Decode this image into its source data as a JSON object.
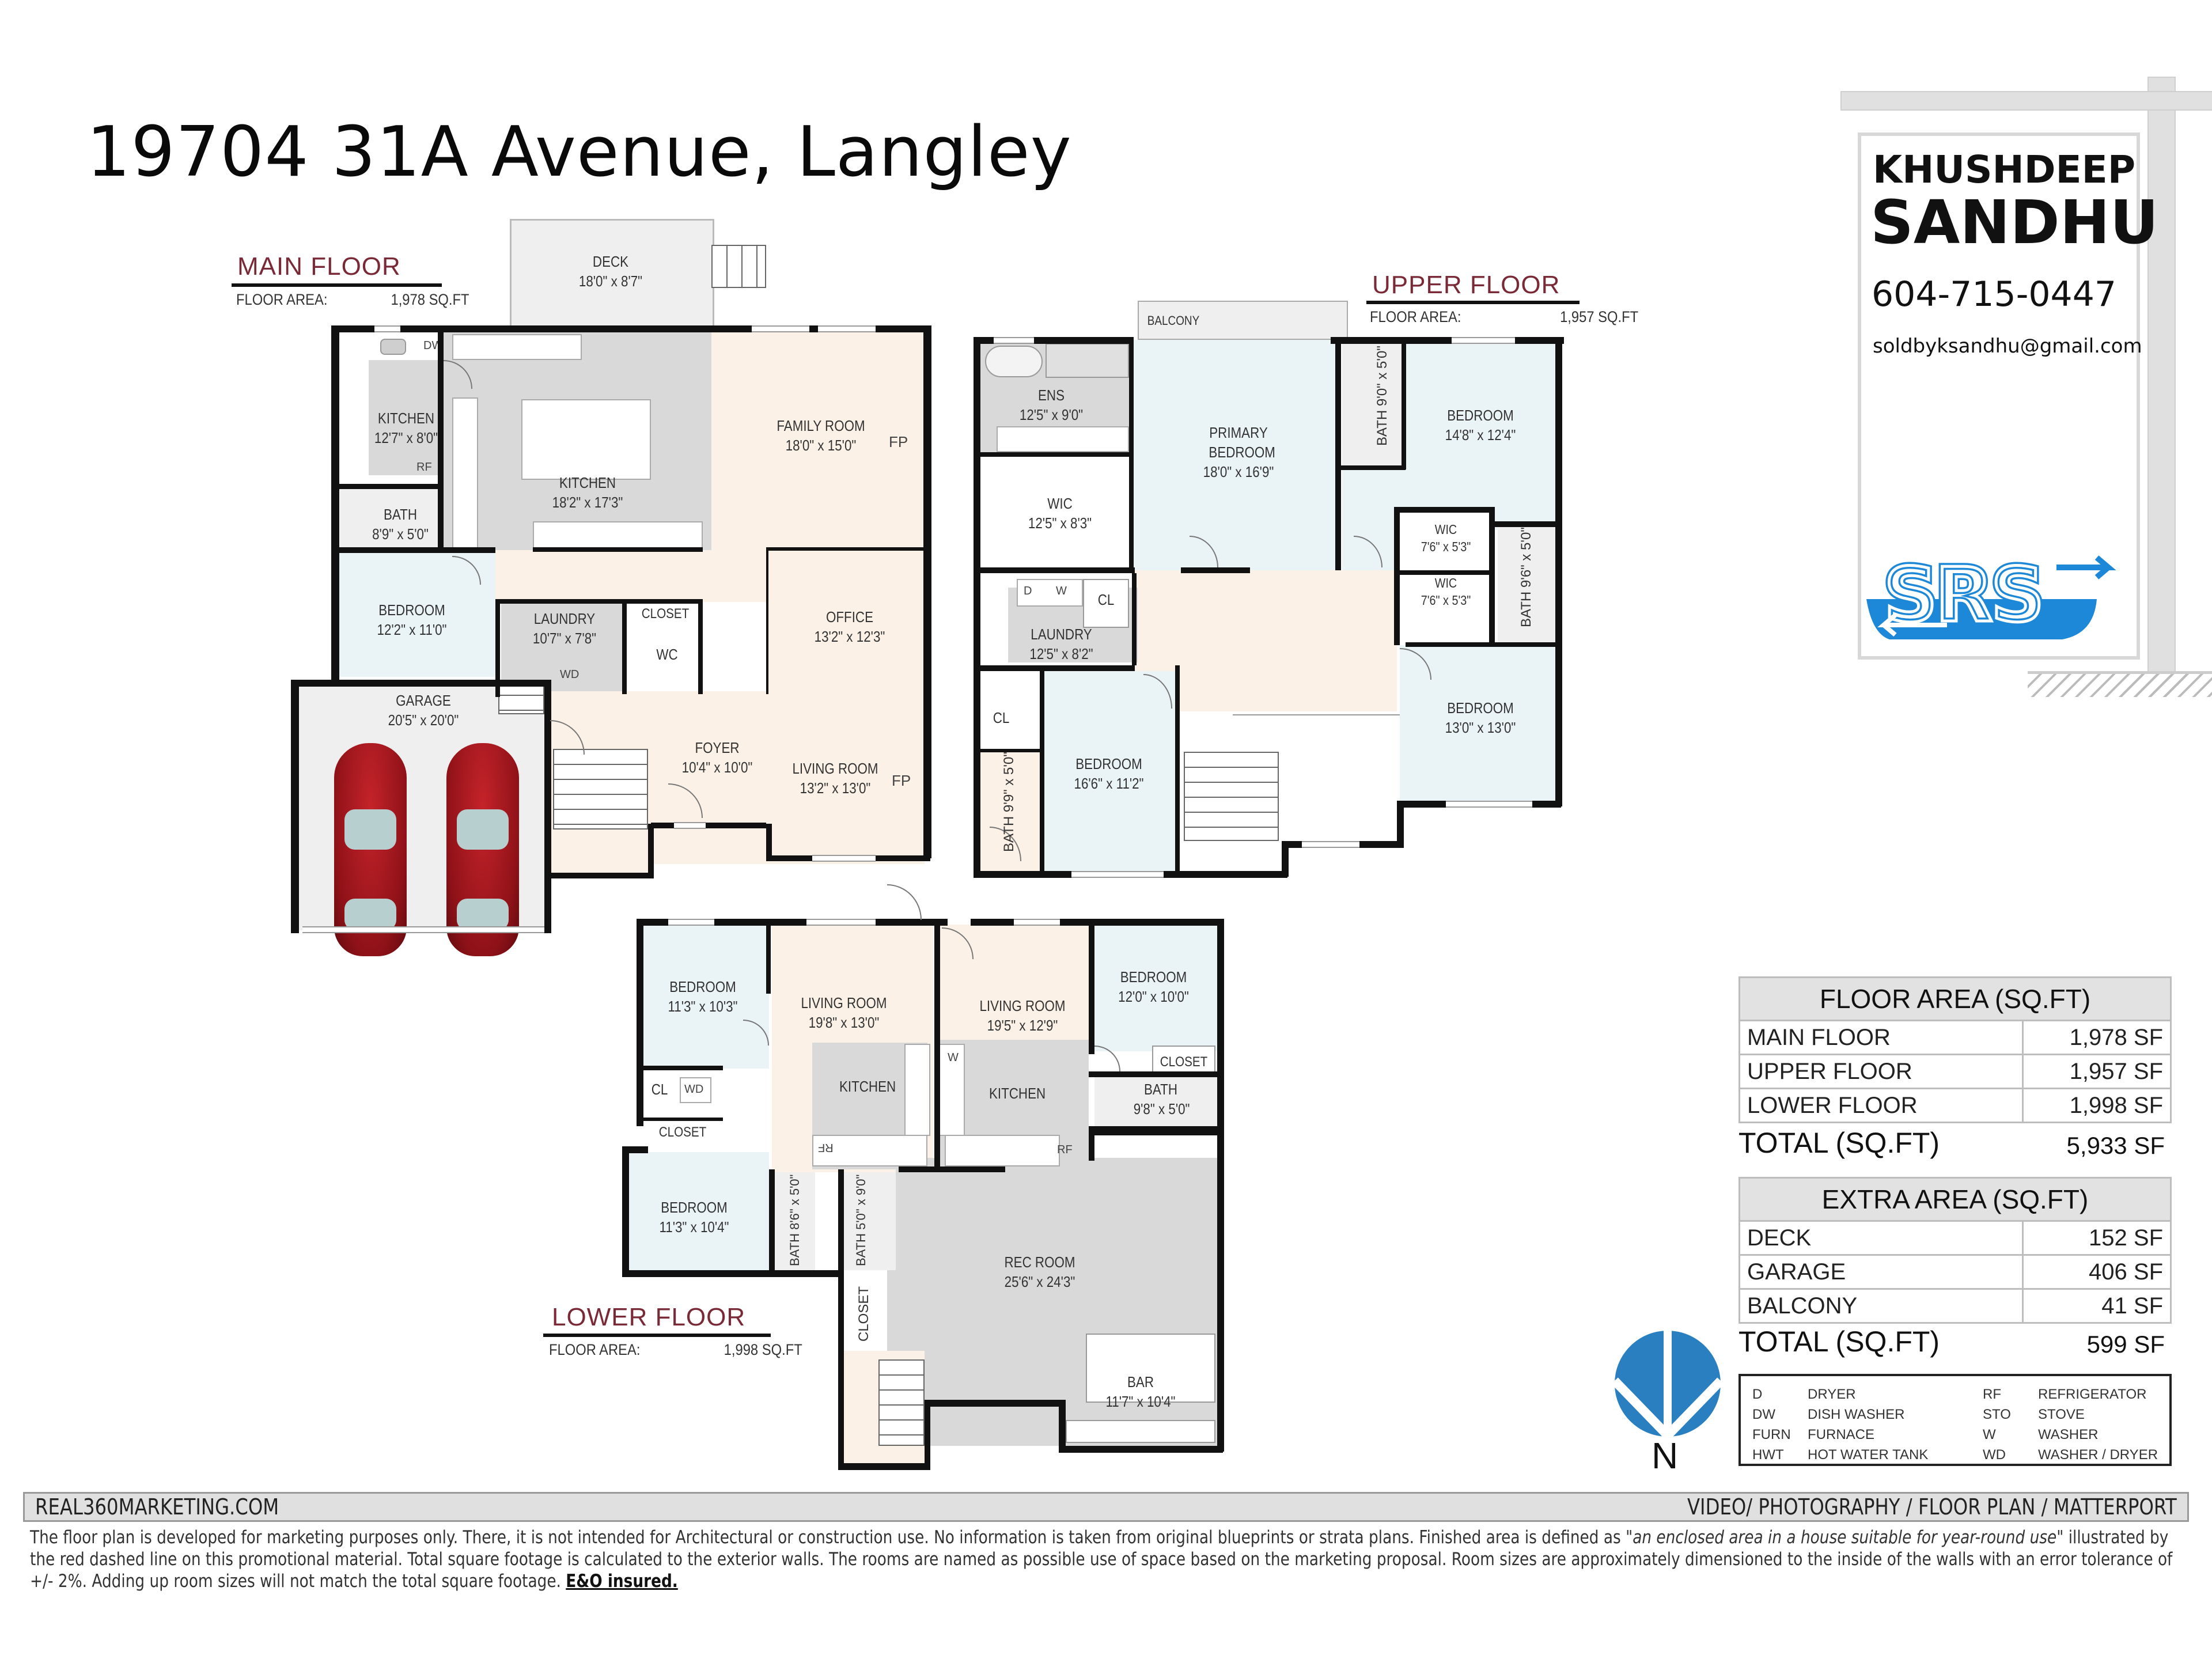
{
  "header": {
    "title": "19704 31A Avenue, Langley"
  },
  "agent": {
    "first_name": "KHUSHDEEP",
    "last_name": "SANDHU",
    "phone": "604-715-0447",
    "email": "soldbyksandhu@gmail.com",
    "brokerage_logo": "SRS",
    "logo_color": "#1e88d8"
  },
  "colors": {
    "heading": "#7a2a36",
    "wall": "#111111",
    "bedroom_fill": "#eaf4f7",
    "living_fill": "#fbf1e6",
    "service_fill": "#d9d9d9",
    "compass": "#2a7fc0"
  },
  "floors": {
    "main": {
      "heading": "MAIN FLOOR",
      "area_label": "FLOOR AREA:",
      "area_value": "1,978",
      "area_unit": "SQ.FT",
      "rooms": [
        {
          "name": "DECK",
          "dims": "18'0\" x 8'7\""
        },
        {
          "name": "KITCHEN",
          "dims": "12'7\" x 8'0\""
        },
        {
          "name": "KITCHEN",
          "dims": "18'2\" x 17'3\""
        },
        {
          "name": "FAMILY ROOM",
          "dims": "18'0\" x 15'0\""
        },
        {
          "name": "BATH",
          "dims": "8'9\" x 5'0\""
        },
        {
          "name": "BEDROOM",
          "dims": "12'2\" x 11'0\""
        },
        {
          "name": "LAUNDRY",
          "dims": "10'7\" x 7'8\""
        },
        {
          "name": "CLOSET",
          "dims": ""
        },
        {
          "name": "WC",
          "dims": ""
        },
        {
          "name": "OFFICE",
          "dims": "13'2\" x 12'3\""
        },
        {
          "name": "GARAGE",
          "dims": "20'5\" x 20'0\""
        },
        {
          "name": "FOYER",
          "dims": "10'4\" x 10'0\""
        },
        {
          "name": "LIVING ROOM",
          "dims": "13'2\" x 13'0\""
        }
      ],
      "tags": {
        "dw": "DW",
        "rf": "RF",
        "wd": "WD",
        "fp1": "FP",
        "fp2": "FP"
      }
    },
    "upper": {
      "heading": "UPPER FLOOR",
      "area_label": "FLOOR AREA:",
      "area_value": "1,957",
      "area_unit": "SQ.FT",
      "rooms": [
        {
          "name": "BALCONY",
          "dims": ""
        },
        {
          "name": "ENS",
          "dims": "12'5\" x 9'0\""
        },
        {
          "name": "PRIMARY BEDROOM",
          "dims": "18'0\" x 16'9\""
        },
        {
          "name": "BATH",
          "dims": "9'0\" x 5'0\""
        },
        {
          "name": "BEDROOM",
          "dims": "14'8\" x 12'4\""
        },
        {
          "name": "WIC",
          "dims": "12'5\" x 8'3\""
        },
        {
          "name": "WIC",
          "dims": "7'6\" x 5'3\""
        },
        {
          "name": "WIC",
          "dims": "7'6\" x 5'3\""
        },
        {
          "name": "BATH",
          "dims": "9'6\" x 5'0\""
        },
        {
          "name": "LAUNDRY",
          "dims": "12'5\" x 8'2\""
        },
        {
          "name": "CL",
          "dims": ""
        },
        {
          "name": "CL",
          "dims": ""
        },
        {
          "name": "BEDROOM",
          "dims": "16'6\" x 11'2\""
        },
        {
          "name": "BATH",
          "dims": "9'9\" x 5'0\""
        },
        {
          "name": "BEDROOM",
          "dims": "13'0\" x 13'0\""
        }
      ],
      "tags": {
        "d": "D",
        "w": "W"
      }
    },
    "lower": {
      "heading": "LOWER FLOOR",
      "area_label": "FLOOR AREA:",
      "area_value": "1,998",
      "area_unit": "SQ.FT",
      "rooms": [
        {
          "name": "BEDROOM",
          "dims": "11'3\" x 10'3\""
        },
        {
          "name": "LIVING ROOM",
          "dims": "19'8\" x 13'0\""
        },
        {
          "name": "LIVING ROOM",
          "dims": "19'5\" x 12'9\""
        },
        {
          "name": "BEDROOM",
          "dims": "12'0\" x 10'0\""
        },
        {
          "name": "CL",
          "dims": ""
        },
        {
          "name": "KITCHEN",
          "dims": ""
        },
        {
          "name": "KITCHEN",
          "dims": ""
        },
        {
          "name": "CLOSET",
          "dims": ""
        },
        {
          "name": "BATH",
          "dims": "9'8\" x 5'0\""
        },
        {
          "name": "CLOSET",
          "dims": ""
        },
        {
          "name": "BEDROOM",
          "dims": "11'3\" x 10'4\""
        },
        {
          "name": "BATH",
          "dims": "8'6\" x 5'0\""
        },
        {
          "name": "BATH",
          "dims": "5'0\" x 9'0\""
        },
        {
          "name": "REC ROOM",
          "dims": "25'6\" x 24'3\""
        },
        {
          "name": "CLOSET",
          "dims": ""
        },
        {
          "name": "BAR",
          "dims": "11'7\" x 10'4\""
        }
      ],
      "tags": {
        "wd": "WD",
        "w": "W",
        "rf1": "RF",
        "rf2": "RF"
      }
    }
  },
  "floor_area_table": {
    "title": "FLOOR AREA (SQ.FT)",
    "rows": [
      {
        "label": "MAIN FLOOR",
        "value": "1,978 SF"
      },
      {
        "label": "UPPER FLOOR",
        "value": "1,957 SF"
      },
      {
        "label": "LOWER FLOOR",
        "value": "1,998 SF"
      }
    ],
    "total_label": "TOTAL (SQ.FT)",
    "total_value": "5,933 SF"
  },
  "extra_area_table": {
    "title": "EXTRA AREA (SQ.FT)",
    "rows": [
      {
        "label": "DECK",
        "value": "152 SF"
      },
      {
        "label": "GARAGE",
        "value": "406 SF"
      },
      {
        "label": "BALCONY",
        "value": "41 SF"
      }
    ],
    "total_label": "TOTAL (SQ.FT)",
    "total_value": "599 SF"
  },
  "legend": [
    {
      "abbr": "D",
      "full": "DRYER"
    },
    {
      "abbr": "DW",
      "full": "DISH WASHER"
    },
    {
      "abbr": "FURN",
      "full": "FURNACE"
    },
    {
      "abbr": "HWT",
      "full": "HOT WATER TANK"
    },
    {
      "abbr": "RF",
      "full": "REFRIGERATOR"
    },
    {
      "abbr": "STO",
      "full": "STOVE"
    },
    {
      "abbr": "W",
      "full": "WASHER"
    },
    {
      "abbr": "WD",
      "full": "WASHER / DRYER"
    }
  ],
  "compass": {
    "label": "N",
    "icon": "north-arrow-icon"
  },
  "footer": {
    "website": "REAL360MARKETING.COM",
    "services": "VIDEO/ PHOTOGRAPHY / FLOOR PLAN / MATTERPORT",
    "disclaimer_part1": "The floor plan is developed for marketing purposes only. There, it is not intended for Architectural or construction use. No information is  taken from original blueprints or strata plans. Finished area is defined as  \"",
    "disclaimer_italic": "an enclosed area in a house suitable for year-round use\"",
    "disclaimer_part2": " illustrated by the red dashed line on this promotional material. Total square footage is calculated to the exterior walls. The rooms are named as possible use of space based on the marketing proposal. Room sizes are approximately dimensioned to the inside of the walls with an error tolerance of +/- 2%. Adding up room sizes will not match the total square footage. ",
    "disclaimer_eo": "E&O insured."
  }
}
